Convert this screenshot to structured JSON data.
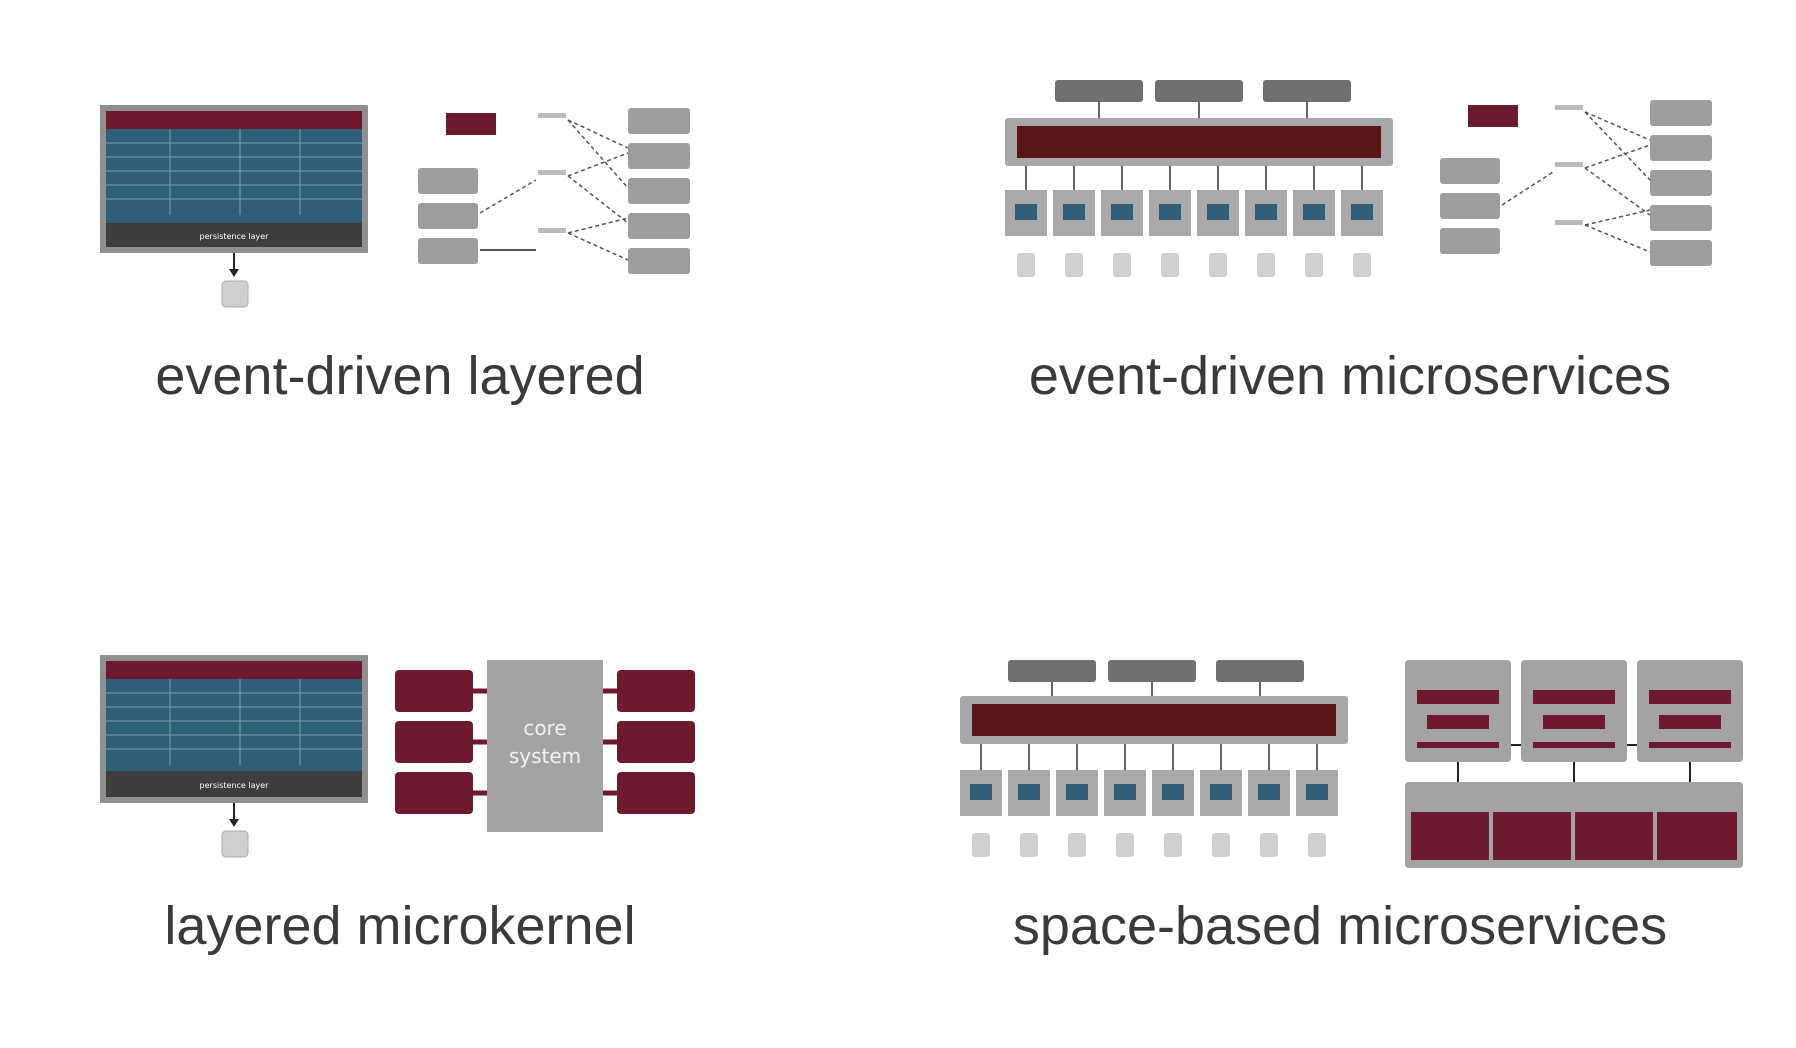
{
  "captions": {
    "top_left": "event-driven layered",
    "top_right": "event-driven microservices",
    "bottom_left": "layered microkernel",
    "bottom_right": "space-based microservices"
  },
  "layered": {
    "persistence_label": "persistence layer"
  },
  "microkernel": {
    "core_line1": "core",
    "core_line2": "system"
  },
  "colors": {
    "maroon": "#6e1a2e",
    "dark_gray": "#3d3d3d",
    "light_gray": "#9d9d9d",
    "teal": "#2f5f78",
    "caption": "#3a3a3a"
  }
}
